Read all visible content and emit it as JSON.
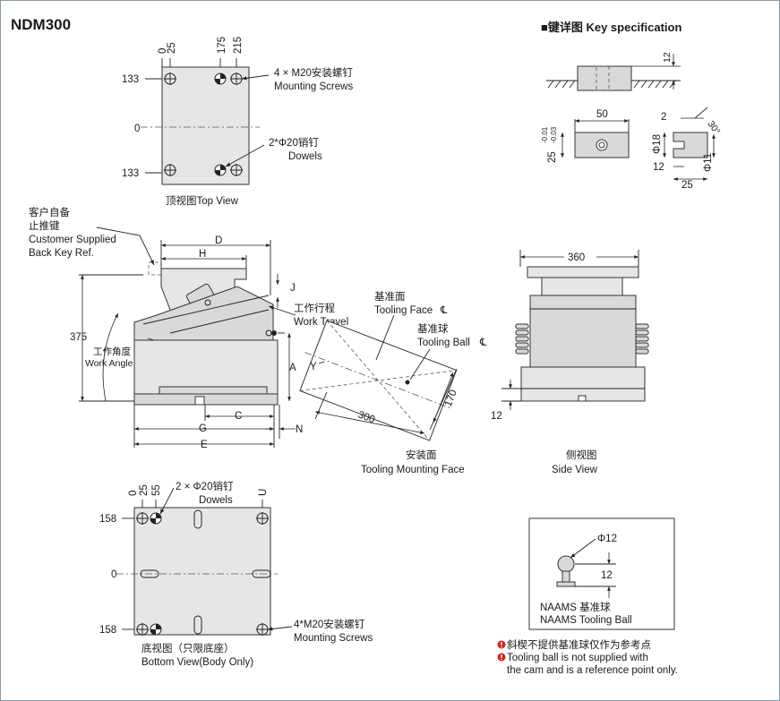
{
  "title": "NDM300",
  "key_spec": {
    "heading": "■键详图 Key specification",
    "dim_12": "12",
    "dim_50": "50",
    "tol_upper": "-0.01",
    "tol_lower": "-0.03",
    "dim_25": "25",
    "dim_2": "2",
    "dim_30deg": "30°",
    "dim_phi18": "Φ18",
    "dim_phi11": "Φ11",
    "dim_12b": "12",
    "dim_25b": "25"
  },
  "top_view": {
    "x0": "0",
    "x25": "25",
    "x175": "175",
    "x215": "215",
    "y133a": "133",
    "y0": "0",
    "y133b": "133",
    "screws_1": "4 × M20安装螺钉",
    "screws_2": "Mounting Screws",
    "dowels_1": "2*Φ20销钉",
    "dowels_2": "Dowels",
    "caption": "顶视图Top View"
  },
  "front_view": {
    "backkey_1": "客户自备",
    "backkey_2": "止推键",
    "backkey_3": "Customer Supplied",
    "backkey_4": "Back Key Ref.",
    "D": "D",
    "H": "H",
    "J": "J",
    "work_travel_cn": "工作行程",
    "work_travel_en": "Work Travel",
    "h375": "375",
    "work_angle_cn": "工作角度",
    "work_angle_en": "Work Angle",
    "A": "A",
    "C": "C",
    "G": "G",
    "E": "E",
    "N": "N"
  },
  "face_view": {
    "face_cn": "基准面",
    "face_en": "Tooling Face",
    "ball_cn": "基准球",
    "ball_en": "Tooling Ball",
    "cl": "℄",
    "Y": "Y",
    "d300": "300",
    "d170": "170",
    "caption_cn": "安装面",
    "caption_en": "Tooling Mounting Face"
  },
  "side_view": {
    "d360": "360",
    "d12": "12",
    "caption_cn": "侧视图",
    "caption_en": "Side View"
  },
  "bottom_view": {
    "x0": "0",
    "x25": "25",
    "x55": "55",
    "xU": "U",
    "y158a": "158",
    "y0": "0",
    "y158b": "158",
    "dowels_1": "2 × Φ20销钉",
    "dowels_2": "Dowels",
    "screws_1": "4*M20安装螺钉",
    "screws_2": "Mounting Screws",
    "caption_cn": "底视图（只限底座）",
    "caption_en": "Bottom View(Body Only)"
  },
  "naams": {
    "phi12": "Φ12",
    "d12": "12",
    "label_cn": "NAAMS 基准球",
    "label_en": "NAAMS Tooling Ball"
  },
  "notes": {
    "cn": "斜楔不提供基准球仅作为参考点",
    "en_1": "Tooling ball is not supplied with",
    "en_2": "the cam and is a reference point only."
  }
}
